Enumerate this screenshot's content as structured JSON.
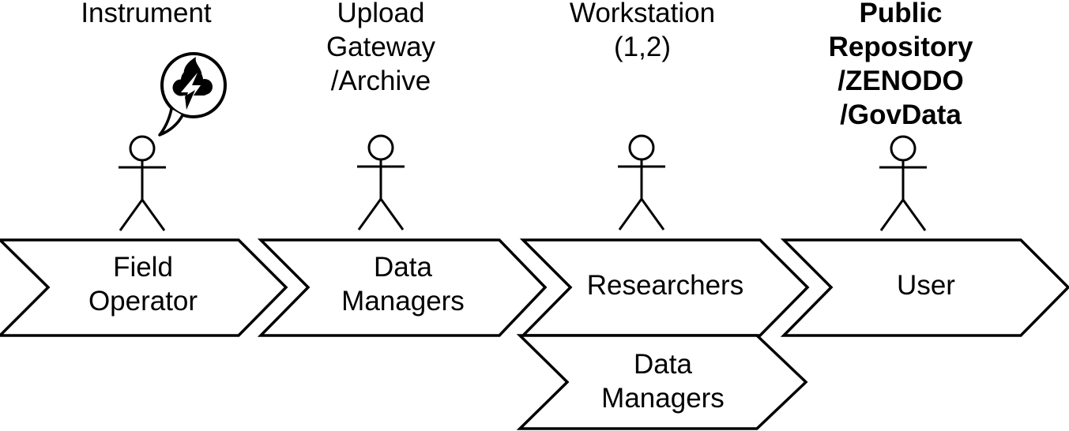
{
  "stations": [
    {
      "label": "Instrument"
    },
    {
      "label": "Upload\nGateway\n/Archive"
    },
    {
      "label": "Workstation\n(1,2)"
    },
    {
      "label": "Public\nRepository\n/ZENODO\n/GovData"
    }
  ],
  "roles": {
    "row1": [
      {
        "label": "Field\nOperator"
      },
      {
        "label": "Data\nManagers"
      },
      {
        "label": "Researchers"
      },
      {
        "label": "User"
      }
    ],
    "row2": [
      {
        "label": "Data\nManagers"
      }
    ]
  },
  "icons": {
    "actor": "stick-figure-actor-icon",
    "bubble": "speech-bubble-icon",
    "bubble_content": "storm-cloud-lightning-icon"
  },
  "colors": {
    "ink": "#000000",
    "background": "#ffffff"
  }
}
